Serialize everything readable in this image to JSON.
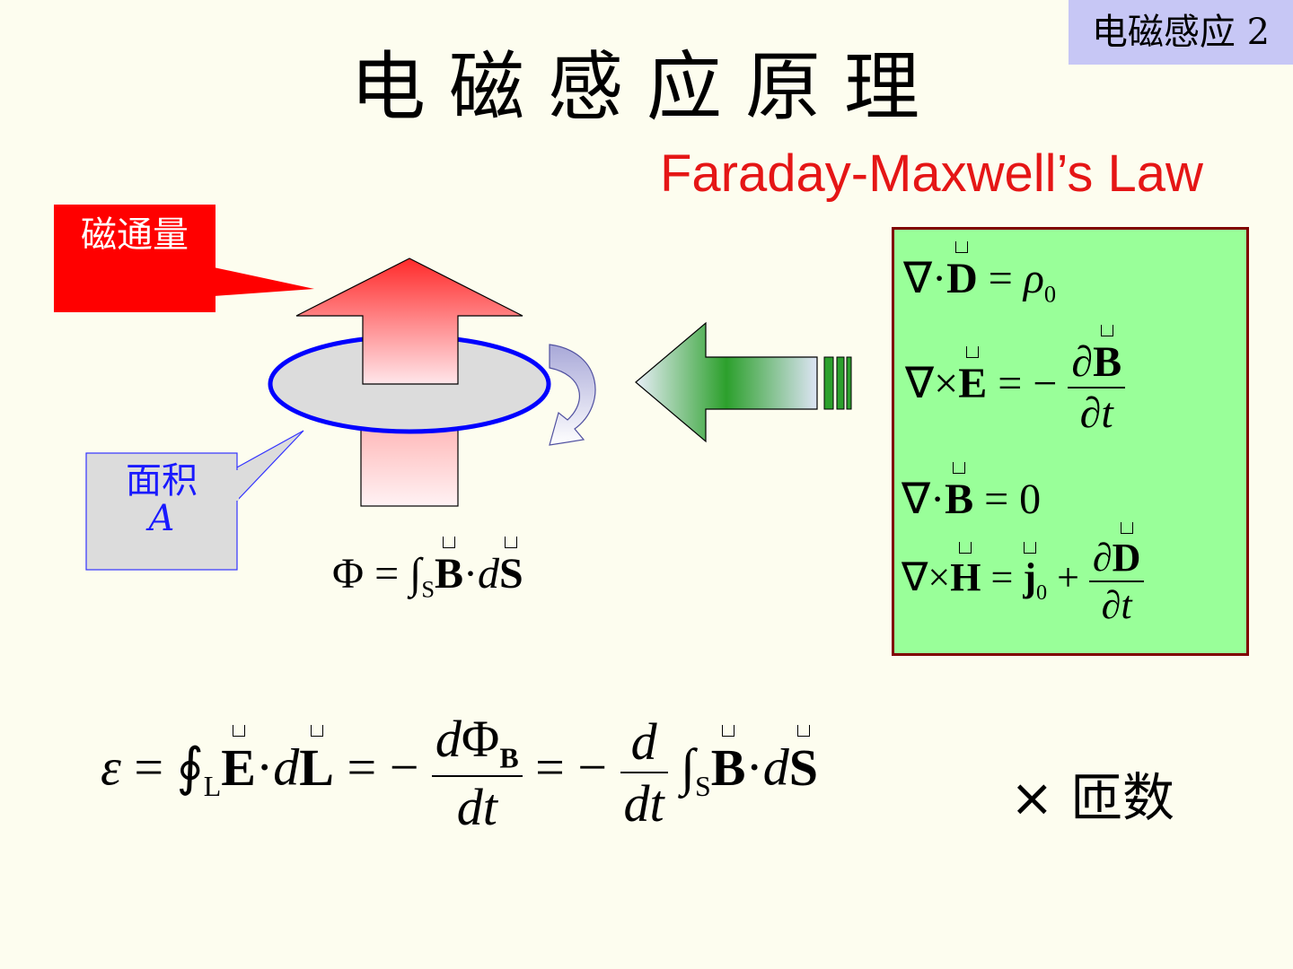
{
  "slide": {
    "tag": "电磁感应 2",
    "title": "电磁感应原理",
    "law_title": "Faraday-Maxwell’s Law"
  },
  "labels": {
    "flux_callout": "磁通量",
    "area_label": "面积",
    "area_var": "A"
  },
  "maxwell_equations": [
    {
      "lhs": "∇·D",
      "rhs": "ρ₀"
    },
    {
      "lhs": "∇×E",
      "rhs": "−∂B/∂t"
    },
    {
      "lhs": "∇·B",
      "rhs": "0"
    },
    {
      "lhs": "∇×H",
      "rhs": "j₀ + ∂D/∂t"
    }
  ],
  "flux_formula": {
    "phi": "Φ",
    "B": "B",
    "d": "d",
    "S": "S",
    "sub_s": "S"
  },
  "faraday_formula": {
    "emf": "ε",
    "E": "E",
    "L": "L",
    "sub_l": "L",
    "dphi_num": "dΦ",
    "phi_sub": "B",
    "dt": "dt",
    "d": "d",
    "B": "B",
    "S": "S",
    "sub_s": "S",
    "tail": "× 匝数"
  },
  "colors": {
    "background": "#fdfdef",
    "tag_bg": "#c7c7f5",
    "law_title": "#e51616",
    "callout_red": "#ff0000",
    "area_text": "#1a1aff",
    "maxwell_bg": "#99ff99",
    "maxwell_border": "#800000",
    "loop_blue": "#0000ff"
  }
}
